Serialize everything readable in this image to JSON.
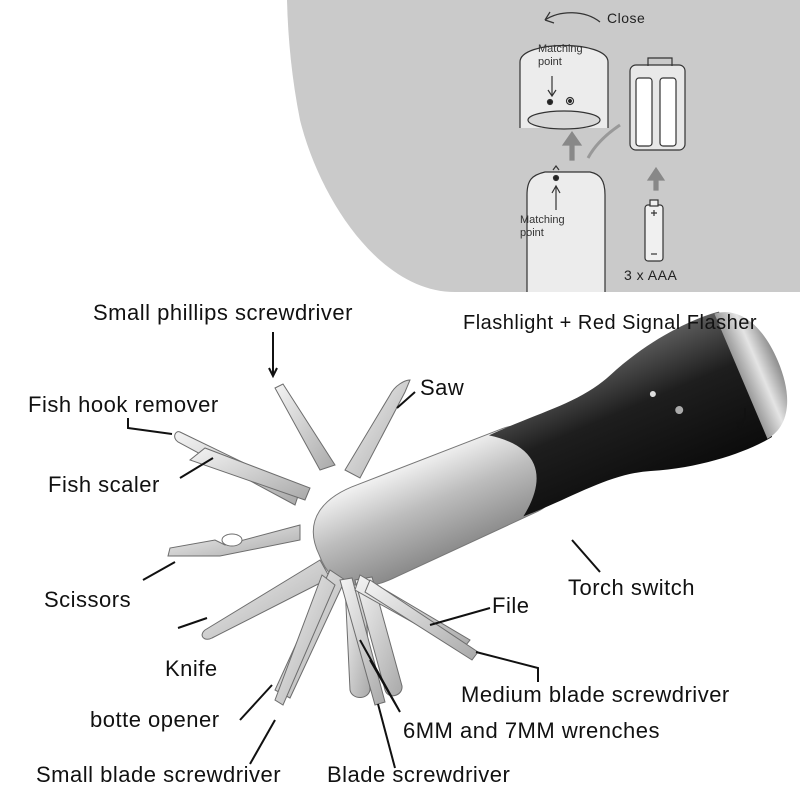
{
  "battery_instructions": {
    "close": "Close",
    "matching_point_top": "Matching\npoint",
    "matching_point_bottom": "Matching\npoint",
    "battery_count": "3 x AAA"
  },
  "labels": {
    "small_phillips": "Small phillips screwdriver",
    "flashlight": "Flashlight + Red Signal Flasher",
    "saw": "Saw",
    "fish_hook_remover": "Fish hook remover",
    "fish_scaler": "Fish scaler",
    "scissors": "Scissors",
    "torch_switch": "Torch switch",
    "file": "File",
    "knife": "Knife",
    "medium_blade": "Medium blade screwdriver",
    "bottle_opener": "botte opener",
    "wrenches": "6MM and 7MM wrenches",
    "small_blade": "Small blade screwdriver",
    "blade": "Blade screwdriver"
  },
  "colors": {
    "panel": "#cacaca",
    "body_dark": "#2b2b2b",
    "metal": "#c9c9c9"
  }
}
